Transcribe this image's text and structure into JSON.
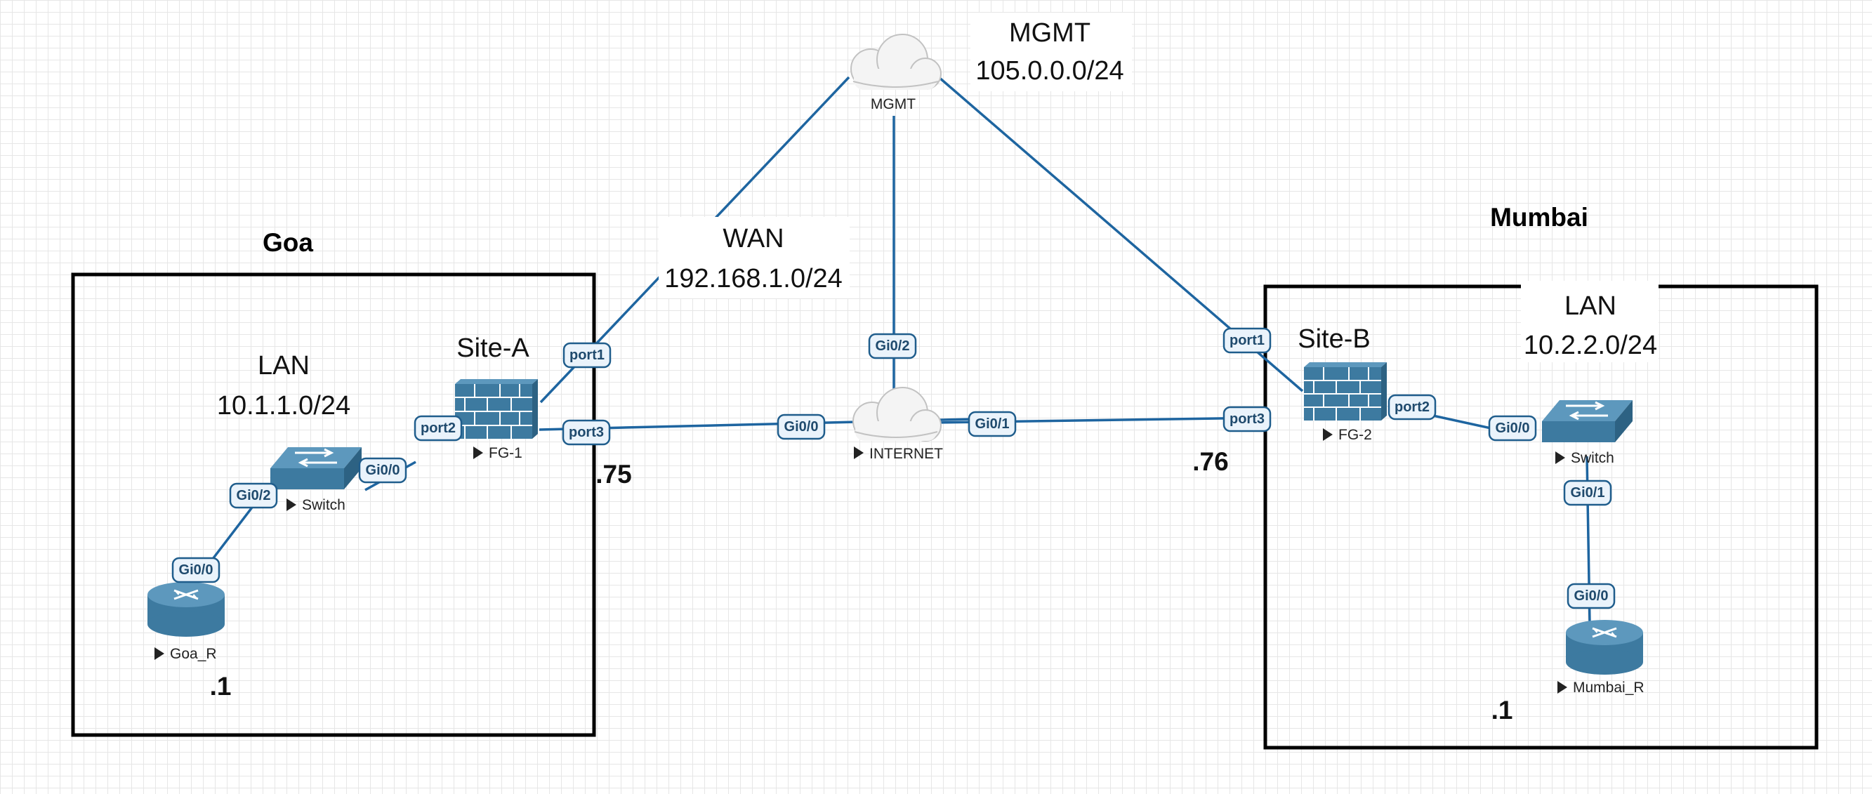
{
  "sites": {
    "goa": {
      "title": "Goa",
      "lan_label": "LAN",
      "lan_subnet": "10.1.1.0/24"
    },
    "mumbai": {
      "title": "Mumbai",
      "lan_label": "LAN",
      "lan_subnet": "10.2.2.0/24"
    }
  },
  "networks": {
    "wan": {
      "label": "WAN",
      "subnet": "192.168.1.0/24"
    },
    "mgmt": {
      "label": "MGMT",
      "subnet": "105.0.0.0/24"
    }
  },
  "nodes": {
    "fg1": {
      "label": "FG-1",
      "site_label": "Site-A"
    },
    "fg2": {
      "label": "FG-2",
      "site_label": "Site-B"
    },
    "switch_a": {
      "label": "Switch"
    },
    "switch_b": {
      "label": "Switch"
    },
    "goa_r": {
      "label": "Goa_R"
    },
    "mumbai_r": {
      "label": "Mumbai_R"
    },
    "mgmt_cloud": {
      "label": "MGMT"
    },
    "internet_cloud": {
      "label": "INTERNET"
    }
  },
  "ports": {
    "fg1_port1": "port1",
    "fg1_port2": "port2",
    "fg1_port3": "port3",
    "switch_a_gi00": "Gi0/0",
    "switch_a_gi02": "Gi0/2",
    "goa_r_gi00": "Gi0/0",
    "internet_gi00": "Gi0/0",
    "internet_gi01": "Gi0/1",
    "internet_gi02": "Gi0/2",
    "fg2_port1": "port1",
    "fg2_port2": "port2",
    "fg2_port3": "port3",
    "switch_b_gi00": "Gi0/0",
    "switch_b_gi01": "Gi0/1",
    "mumbai_r_gi00": "Gi0/0"
  },
  "host_ips": {
    "fg1_port3": ".75",
    "fg2_port3": ".76",
    "goa_r": ".1",
    "mumbai_r": ".1"
  },
  "colors": {
    "link": "#1e65a0",
    "device": "#2d6283",
    "grid": "#e6e6e6"
  }
}
